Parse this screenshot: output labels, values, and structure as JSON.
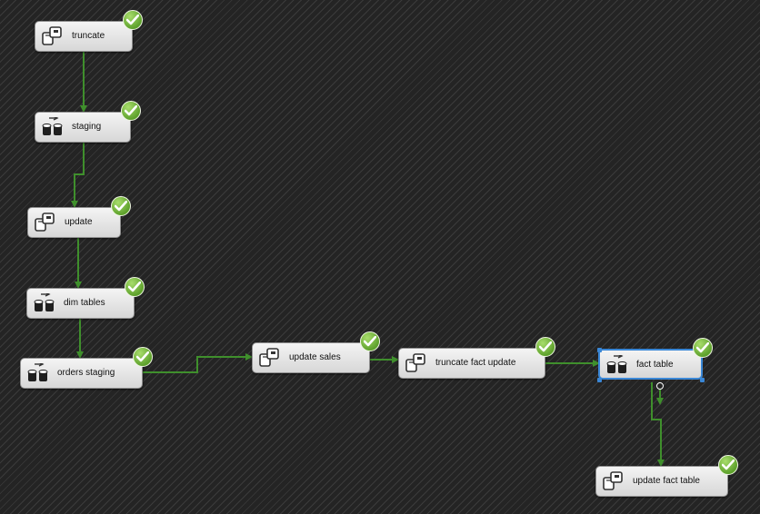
{
  "canvas": {
    "name": "control-flow-designer"
  },
  "tasks": [
    {
      "id": "truncate",
      "label": "truncate",
      "icon": "execute-sql-task-icon",
      "status": "success"
    },
    {
      "id": "staging",
      "label": "staging",
      "icon": "data-flow-task-icon",
      "status": "success"
    },
    {
      "id": "update",
      "label": "update",
      "icon": "execute-sql-task-icon",
      "status": "success"
    },
    {
      "id": "dim-tables",
      "label": "dim tables",
      "icon": "data-flow-task-icon",
      "status": "success"
    },
    {
      "id": "orders-staging",
      "label": "orders staging",
      "icon": "data-flow-task-icon",
      "status": "success"
    },
    {
      "id": "update-sales",
      "label": "update sales",
      "icon": "execute-sql-task-icon",
      "status": "success"
    },
    {
      "id": "truncate-fact-update",
      "label": "truncate fact update",
      "icon": "execute-sql-task-icon",
      "status": "success"
    },
    {
      "id": "fact-table",
      "label": "fact table",
      "icon": "data-flow-task-icon",
      "status": "success",
      "selected": true
    },
    {
      "id": "update-fact-table",
      "label": "update fact table",
      "icon": "execute-sql-task-icon",
      "status": "success"
    }
  ],
  "colors": {
    "connector": "#3f8f2c",
    "selection": "#3a87d6",
    "success": "#5ea12c",
    "canvas_background": "#242424"
  }
}
